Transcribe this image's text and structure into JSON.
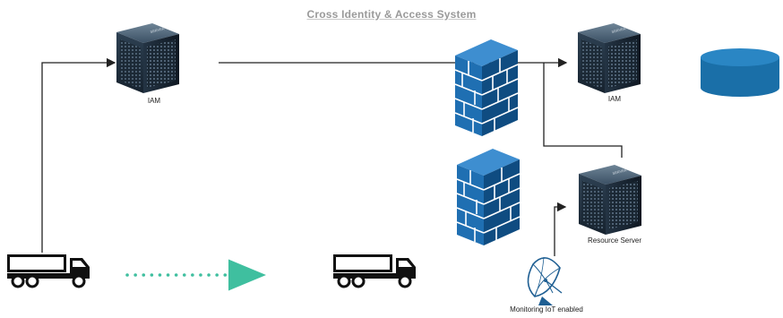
{
  "title": "Cross Identity & Access System",
  "nodes": {
    "iam_left": {
      "label": "IAM",
      "icon": "server-icon"
    },
    "iam_right": {
      "label": "IAM",
      "icon": "server-icon"
    },
    "resource_server": {
      "label": "Resource Server",
      "icon": "server-icon"
    },
    "database": {
      "icon": "database-icon"
    },
    "firewall_top": {
      "icon": "firewall-icon"
    },
    "firewall_bottom": {
      "icon": "firewall-icon"
    },
    "truck_left": {
      "icon": "truck-icon"
    },
    "truck_right": {
      "icon": "truck-icon"
    },
    "satellite": {
      "label": "Monitoring IoT enabled",
      "icon": "satellite-dish-icon"
    }
  },
  "colors": {
    "server_dark": "#1c2b3a",
    "server_mid": "#34495c",
    "firewall_blue": "#1f6fb2",
    "firewall_dark": "#0f4c81",
    "database_blue": "#1a6fa8",
    "dotted_teal": "#3fbf9f",
    "line": "#222222"
  }
}
